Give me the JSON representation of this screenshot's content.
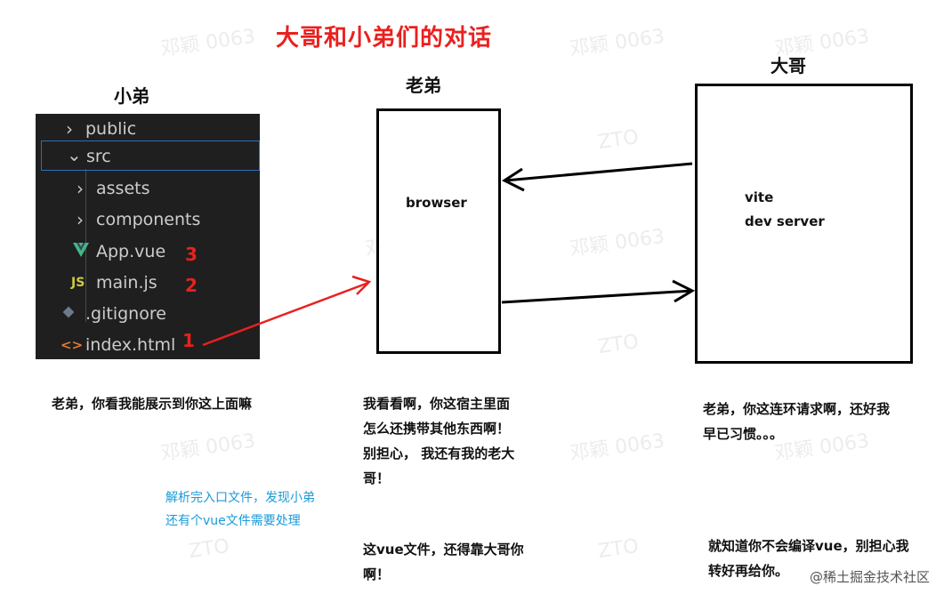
{
  "title": "大哥和小弟们的对话",
  "labels": {
    "xiaodi": "小弟",
    "laodi": "老弟",
    "dage": "大哥"
  },
  "explorer": {
    "items": [
      {
        "name": "public",
        "kind": "folder",
        "expanded": false
      },
      {
        "name": "src",
        "kind": "folder",
        "expanded": true,
        "selected": true
      },
      {
        "name": "assets",
        "kind": "folder",
        "expanded": false
      },
      {
        "name": "components",
        "kind": "folder",
        "expanded": false
      },
      {
        "name": "App.vue",
        "kind": "vue-file",
        "order": "3"
      },
      {
        "name": "main.js",
        "kind": "js-file",
        "order": "2",
        "icon_text": "JS"
      },
      {
        "name": ".gitignore",
        "kind": "git-file"
      },
      {
        "name": "index.html",
        "kind": "html-file",
        "order": "1",
        "icon_text": "<>"
      }
    ],
    "colors": {
      "background": "#1f1f1f",
      "text": "#cccccc",
      "selection": "#2f6db5",
      "vue": "#41b883",
      "js": "#cbcb41",
      "html": "#e37933"
    }
  },
  "browser_box": {
    "text": "browser"
  },
  "server_box": {
    "line1": "vite",
    "line2": "dev server"
  },
  "speech": {
    "xiaodi": "老弟，你看我能展示到你这上面嘛",
    "laodi_1": "我看看啊，你这宿主里面\n怎么还携带其他东西啊！\n别担心， 我还有我的老大\n 哥！",
    "laodi_2": "这vue文件，还得靠大哥你\n啊！",
    "dage_1": "老弟，你这连环请求啊，还好我\n早已习惯。。。",
    "dage_2": "就知道你不会编译vue，别担心我\n转好再给你。"
  },
  "note": "解析完入口文件，发现小弟\n还有个vue文件需要处理",
  "watermarks": [
    "邓颖 0063",
    "ZTO"
  ],
  "footer": "@稀土掘金技术社区",
  "accent_colors": {
    "title": "#e8211f",
    "note": "#1a9bd7",
    "arrow_red": "#e8211f"
  }
}
